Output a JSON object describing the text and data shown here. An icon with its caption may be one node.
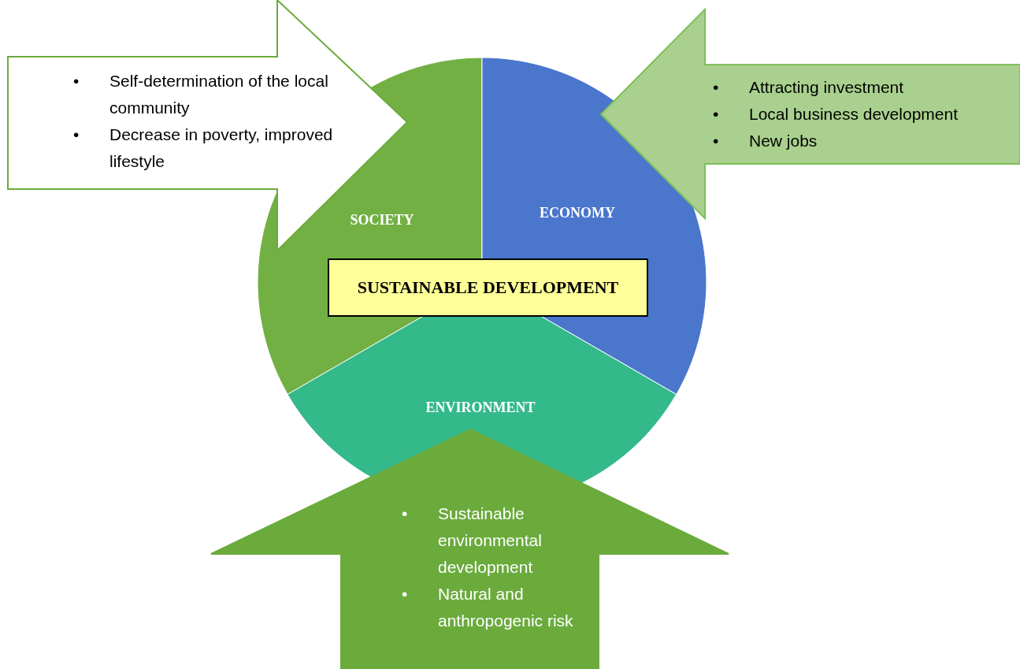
{
  "diagram": {
    "nodes": [
      {
        "text": [
          "Self-determination of the local community",
          "Decrease in poverty, improved lifestyle"
        ]
      },
      {
        "text": [
          "Attracting investment",
          "Local business development",
          "New jobs"
        ]
      },
      {
        "text": [
          "SOCIETY"
        ]
      },
      {
        "text": [
          "ECONOMY"
        ]
      },
      {
        "text": [
          "SUSTAINABLE DEVELOPMENT"
        ]
      },
      {
        "text": [
          "ENVIRONMENT"
        ]
      },
      {
        "text": [
          "Sustainable environmental development",
          "Natural and anthropogenic risk"
        ]
      }
    ],
    "labels": [
      "•",
      "•",
      "•",
      "•",
      "•",
      "•",
      "•"
    ]
  }
}
